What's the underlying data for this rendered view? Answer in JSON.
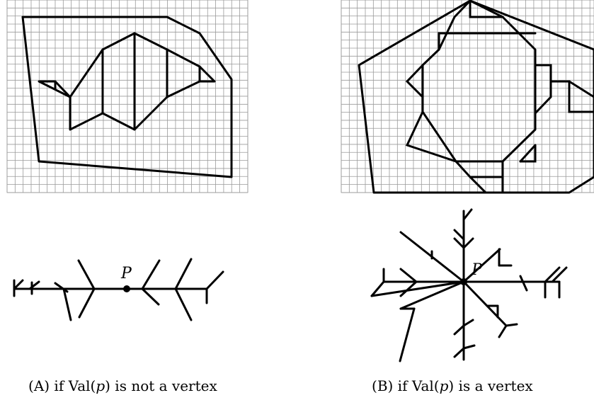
{
  "panel_a": {
    "point_label": "P",
    "caption": {
      "tag_open": "(",
      "tag_big": "A",
      "tag_close": ")",
      "pre": " if Val(",
      "var": "p",
      "post": ") is not a vertex"
    }
  },
  "panel_b": {
    "point_label": "P",
    "caption": {
      "tag_open": "(",
      "tag_big": "B",
      "tag_close": ")",
      "pre": " if Val(",
      "var": "p",
      "post": ") is a vertex"
    }
  }
}
